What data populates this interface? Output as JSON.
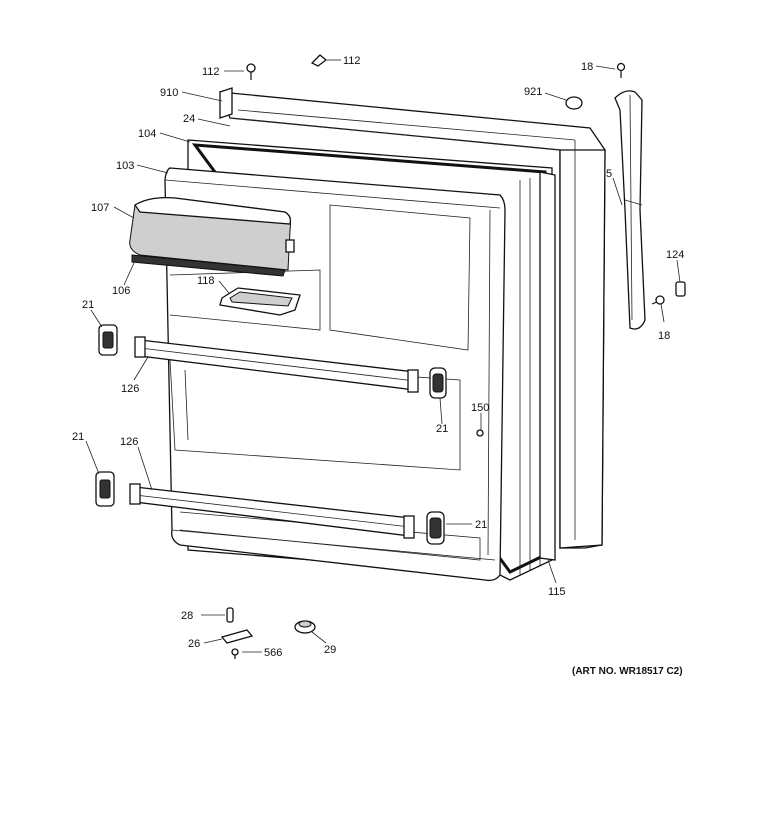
{
  "diagram": {
    "art_number": "(ART NO. WR18517 C2)",
    "callouts": [
      {
        "id": "c112a",
        "text": "112"
      },
      {
        "id": "c112b",
        "text": "112"
      },
      {
        "id": "c18a",
        "text": "18"
      },
      {
        "id": "c910",
        "text": "910"
      },
      {
        "id": "c921",
        "text": "921"
      },
      {
        "id": "c24",
        "text": "24"
      },
      {
        "id": "c104",
        "text": "104"
      },
      {
        "id": "c103",
        "text": "103"
      },
      {
        "id": "c5",
        "text": "5"
      },
      {
        "id": "c107",
        "text": "107"
      },
      {
        "id": "c124",
        "text": "124"
      },
      {
        "id": "c106",
        "text": "106"
      },
      {
        "id": "c118",
        "text": "118"
      },
      {
        "id": "c21a",
        "text": "21"
      },
      {
        "id": "c18b",
        "text": "18"
      },
      {
        "id": "c126a",
        "text": "126"
      },
      {
        "id": "c150",
        "text": "150"
      },
      {
        "id": "c21b",
        "text": "21"
      },
      {
        "id": "c21c",
        "text": "21"
      },
      {
        "id": "c126b",
        "text": "126"
      },
      {
        "id": "c21d",
        "text": "21"
      },
      {
        "id": "c115",
        "text": "115"
      },
      {
        "id": "c28",
        "text": "28"
      },
      {
        "id": "c26",
        "text": "26"
      },
      {
        "id": "c566",
        "text": "566"
      },
      {
        "id": "c29",
        "text": "29"
      }
    ]
  }
}
